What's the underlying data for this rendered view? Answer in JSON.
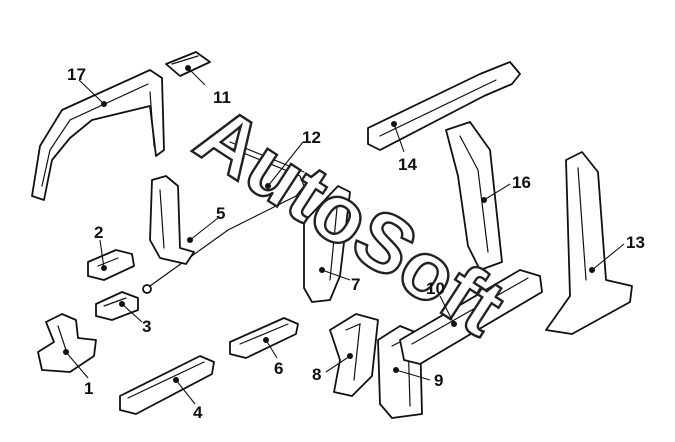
{
  "watermark": {
    "text": "AutoSoft"
  },
  "callouts": [
    {
      "id": "1",
      "label": "1"
    },
    {
      "id": "2",
      "label": "2"
    },
    {
      "id": "3",
      "label": "3"
    },
    {
      "id": "4",
      "label": "4"
    },
    {
      "id": "5",
      "label": "5"
    },
    {
      "id": "6",
      "label": "6"
    },
    {
      "id": "7",
      "label": "7"
    },
    {
      "id": "8",
      "label": "8"
    },
    {
      "id": "9",
      "label": "9"
    },
    {
      "id": "10",
      "label": "10"
    },
    {
      "id": "11",
      "label": "11"
    },
    {
      "id": "12",
      "label": "12"
    },
    {
      "id": "13",
      "label": "13"
    },
    {
      "id": "14",
      "label": "14"
    },
    {
      "id": "16",
      "label": "16"
    },
    {
      "id": "17",
      "label": "17"
    }
  ]
}
